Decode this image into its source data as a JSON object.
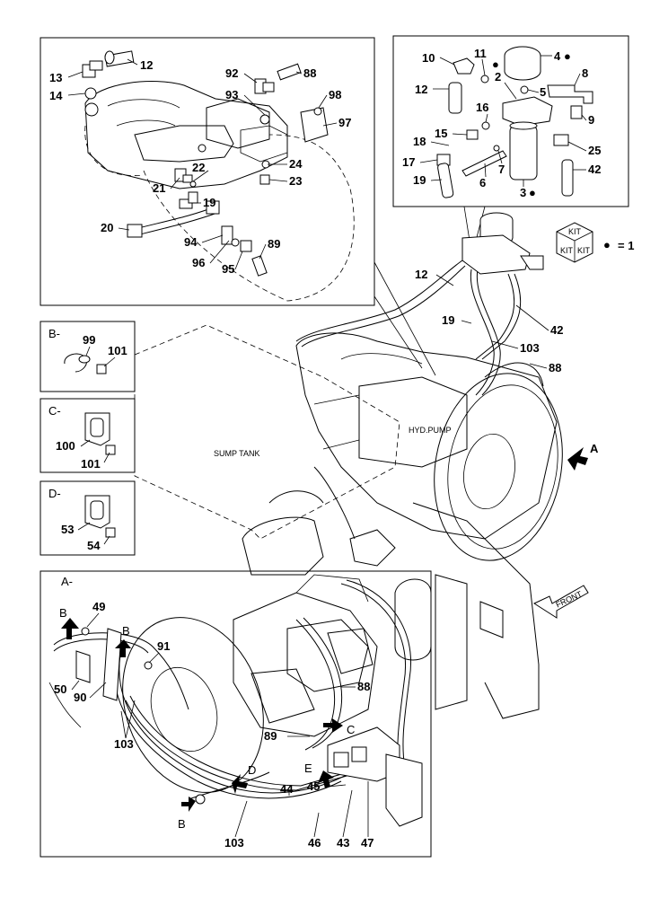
{
  "labels": {
    "inset_main": [
      "13",
      "12",
      "14",
      "92",
      "88",
      "93",
      "98",
      "97",
      "22",
      "24",
      "21",
      "23",
      "19",
      "20",
      "94",
      "89",
      "96",
      "95"
    ],
    "inset_filter": [
      "10",
      "11",
      "4",
      "8",
      "2",
      "5",
      "12",
      "16",
      "9",
      "15",
      "25",
      "18",
      "17",
      "7",
      "42",
      "19",
      "6",
      "3"
    ],
    "main": [
      "12",
      "19",
      "42",
      "103",
      "88",
      "A"
    ],
    "inset_a": [
      "49",
      "B",
      "B",
      "91",
      "88",
      "50",
      "90",
      "103",
      "89",
      "C",
      "E",
      "45",
      "D",
      "44",
      "103",
      "46",
      "43",
      "47",
      "B"
    ],
    "box_b": [
      "99",
      "101"
    ],
    "box_c": [
      "100",
      "101"
    ],
    "box_d": [
      "53",
      "54"
    ]
  },
  "headers": {
    "b": "B-",
    "c": "C-",
    "d": "D-",
    "a": "A-"
  },
  "kit": {
    "text": "KIT",
    "legend": "= 1",
    "symbol": "●"
  },
  "text_labels": {
    "sump_tank": "SUMP TANK",
    "hyd_pump": "HYD.PUMP",
    "front": "FRONT"
  },
  "colors": {
    "ink": "#000000",
    "paper": "#ffffff"
  }
}
